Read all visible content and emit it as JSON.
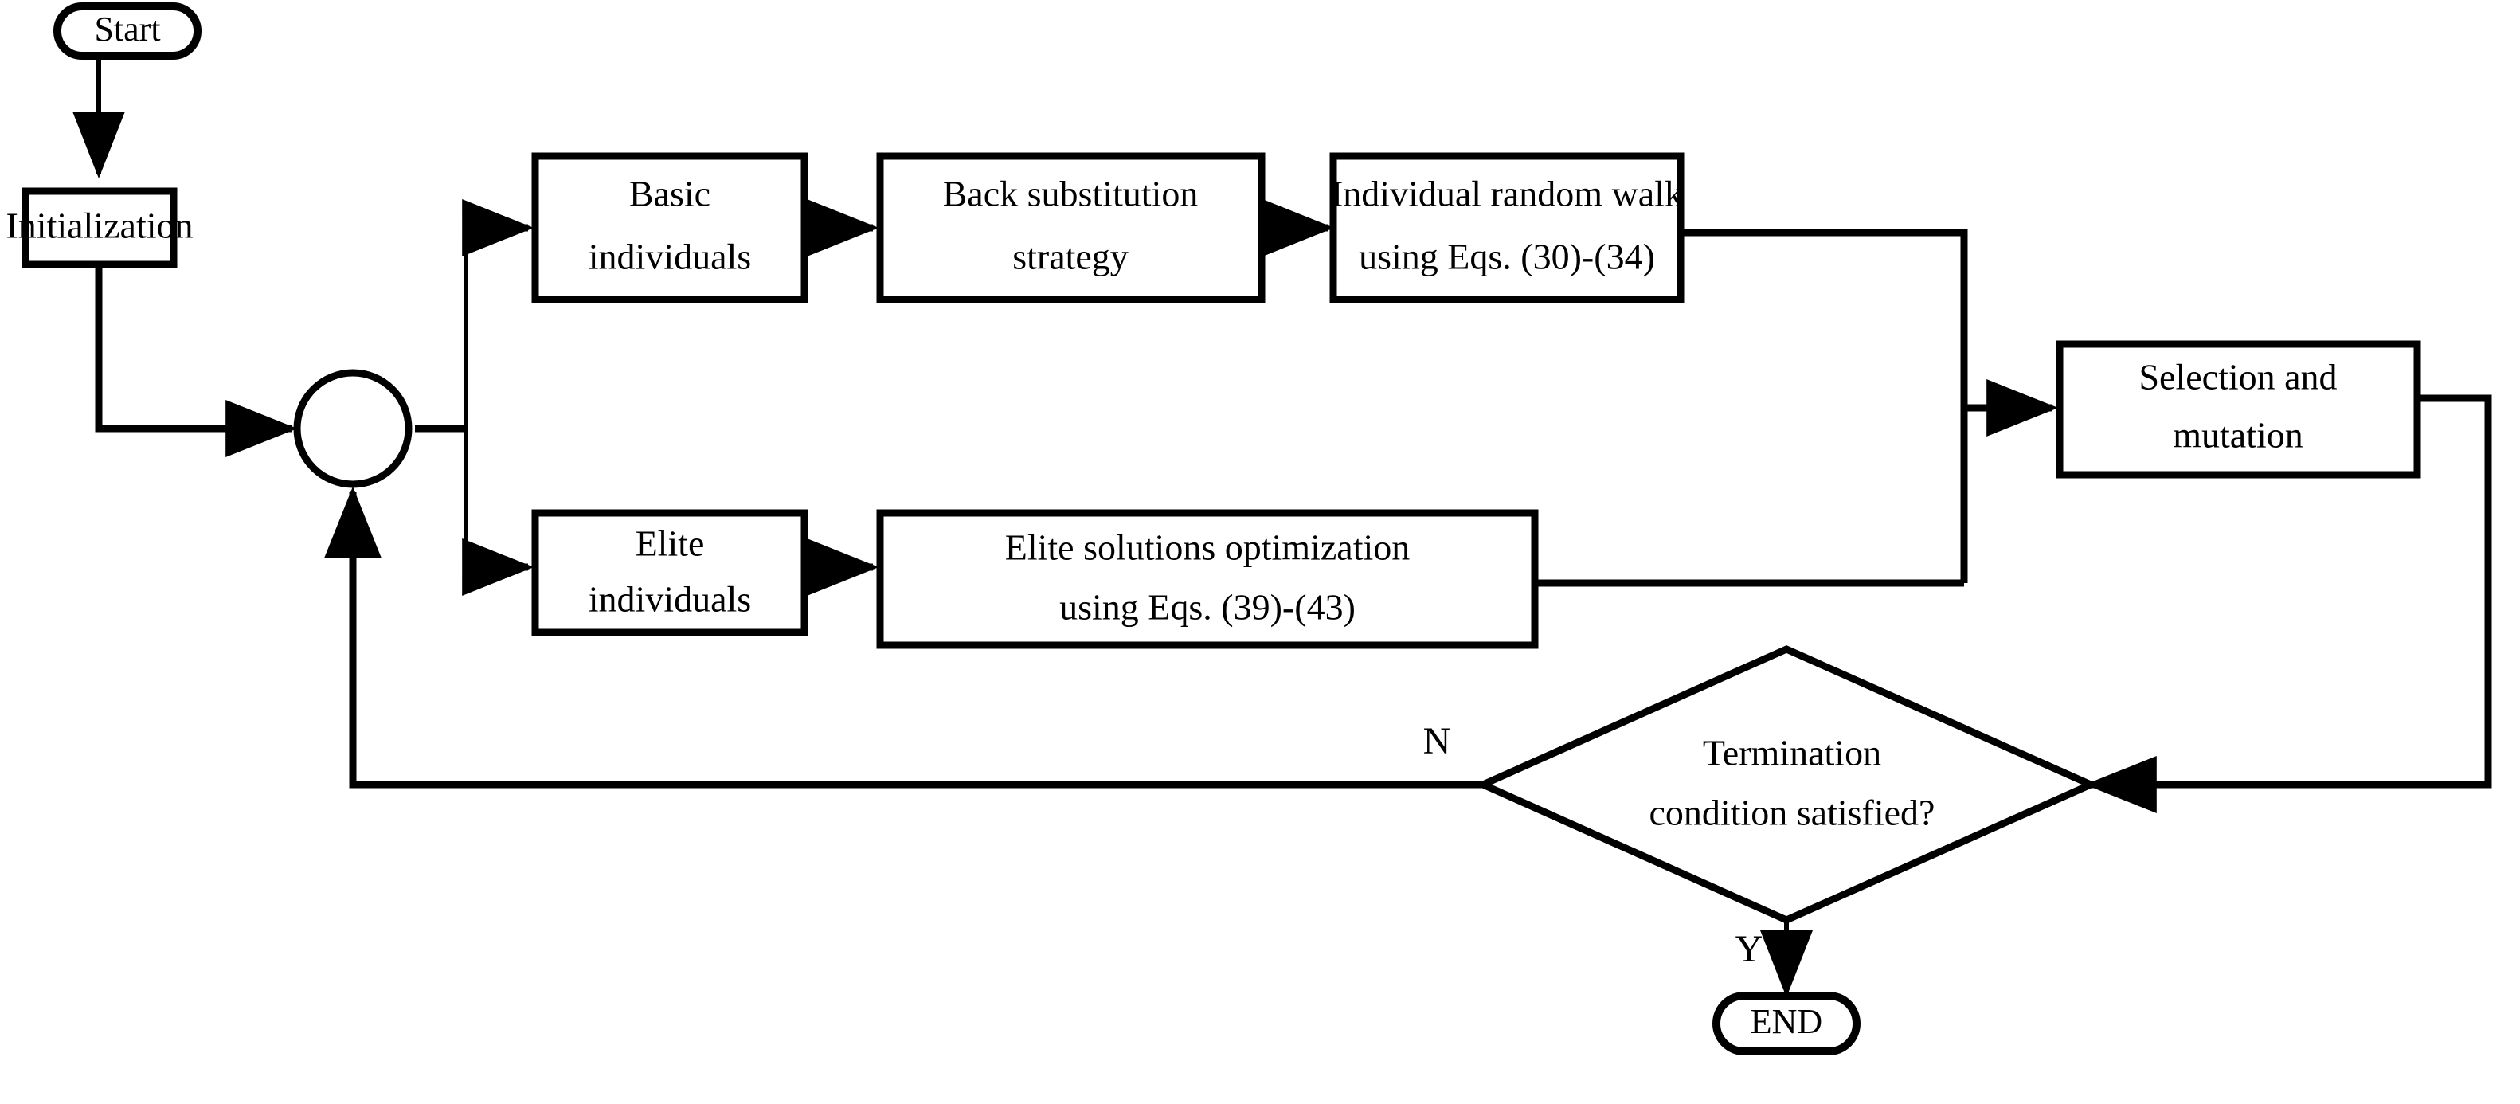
{
  "diagram": {
    "title": "Algorithm flowchart",
    "colors": {
      "stroke": "#000000",
      "fill": "#ffffff",
      "background": "#ffffff"
    },
    "nodes": {
      "start": {
        "label": "Start",
        "shape": "terminal"
      },
      "initialization": {
        "label": "Initialization",
        "shape": "process"
      },
      "junction": {
        "label": "",
        "shape": "circle"
      },
      "basic_individuals": {
        "line1": "Basic",
        "line2": "individuals",
        "shape": "process"
      },
      "back_substitution": {
        "line1": "Back substitution",
        "line2": "strategy",
        "shape": "process"
      },
      "individual_random_walk": {
        "line1": "Individual random walk",
        "line2": "using Eqs. (30)-(34)",
        "shape": "process"
      },
      "elite_individuals": {
        "line1": "Elite",
        "line2": "individuals",
        "shape": "process"
      },
      "elite_solutions_optimization": {
        "line1": "Elite solutions optimization",
        "line2": "using Eqs. (39)-(43)",
        "shape": "process"
      },
      "selection_and_mutation": {
        "line1": "Selection and",
        "line2": "mutation",
        "shape": "process"
      },
      "termination_condition": {
        "line1": "Termination",
        "line2": "condition satisfied?",
        "shape": "decision"
      },
      "end": {
        "label": "END",
        "shape": "terminal"
      }
    },
    "edge_labels": {
      "no": "N",
      "yes": "Y"
    }
  }
}
